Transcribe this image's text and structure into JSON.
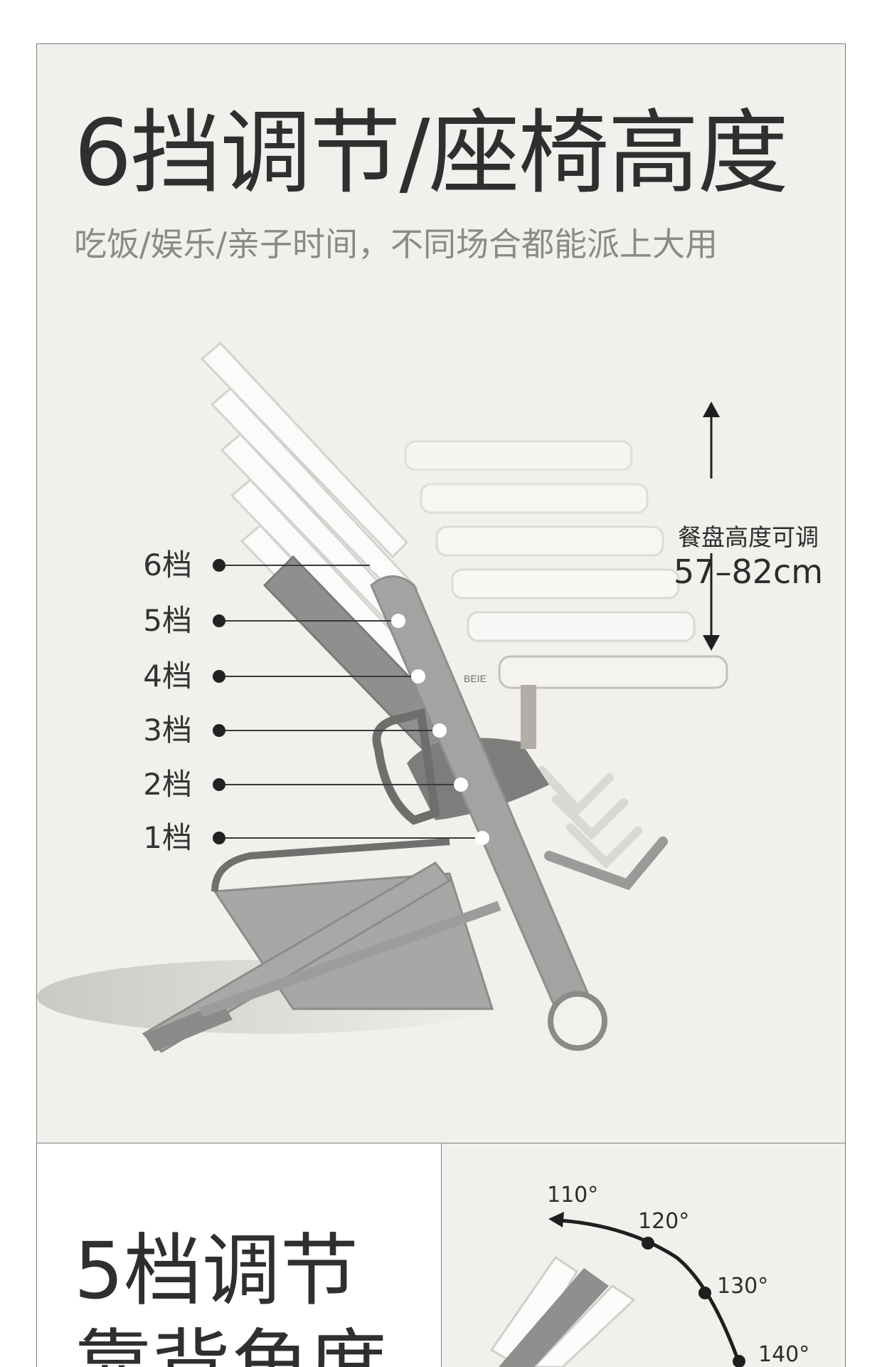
{
  "section_top": {
    "title": "6挡调节/座椅高度",
    "subtitle": "吃饭/娱乐/亲子时间，不同场合都能派上大用",
    "levels": [
      "6档",
      "5档",
      "4档",
      "3档",
      "2档",
      "1档"
    ],
    "tray_note": "餐盘高度可调",
    "tray_range": "57–82cm",
    "brand_mark": "BEIE"
  },
  "section_bottom": {
    "title_line1": "5档调节",
    "title_line2": "靠背角度",
    "angles": [
      "110°",
      "120°",
      "130°",
      "140°"
    ]
  },
  "colors": {
    "panel_bg": "#f1f0ec",
    "chair_gray": "#9c9c9a",
    "text_dark": "#2f2f2f",
    "text_muted": "#8a8a88"
  }
}
